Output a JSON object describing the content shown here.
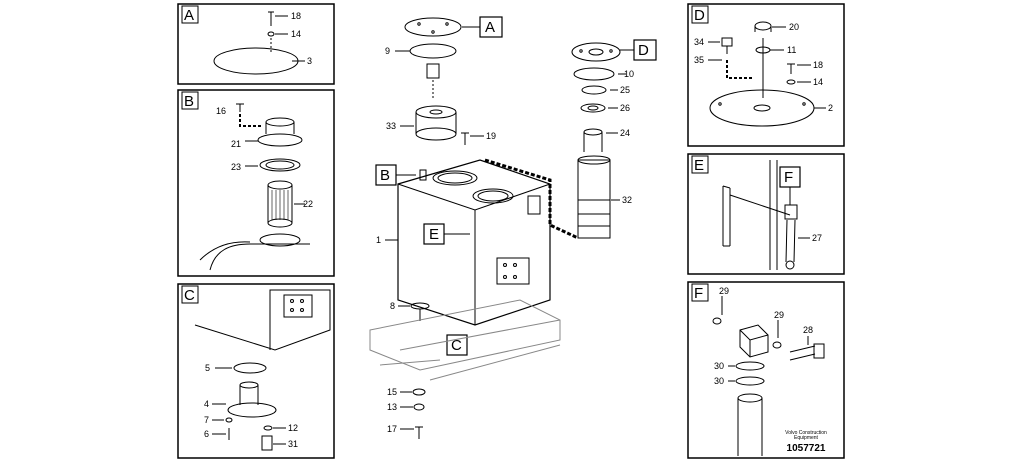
{
  "panels": {
    "A": {
      "letter": "A",
      "parts": [
        "18",
        "14",
        "3"
      ]
    },
    "B": {
      "letter": "B",
      "parts": [
        "16",
        "21",
        "23",
        "22"
      ]
    },
    "C": {
      "letter": "C",
      "parts": [
        "5",
        "4",
        "7",
        "6",
        "12",
        "31"
      ]
    },
    "D": {
      "letter": "D",
      "parts": [
        "20",
        "34",
        "11",
        "35",
        "18",
        "14",
        "2"
      ]
    },
    "E": {
      "letter": "E",
      "parts": [
        "F",
        "27"
      ]
    },
    "F": {
      "letter": "F",
      "parts": [
        "29",
        "29",
        "28",
        "30",
        "30"
      ]
    }
  },
  "main": {
    "callouts": [
      "A",
      "B",
      "E",
      "C",
      "D"
    ],
    "parts": [
      "9",
      "33",
      "19",
      "1",
      "8",
      "15",
      "13",
      "17",
      "10",
      "25",
      "26",
      "24",
      "32"
    ]
  },
  "footer": {
    "brand": "Volvo Construction Equipment",
    "figure_number": "1057721"
  }
}
